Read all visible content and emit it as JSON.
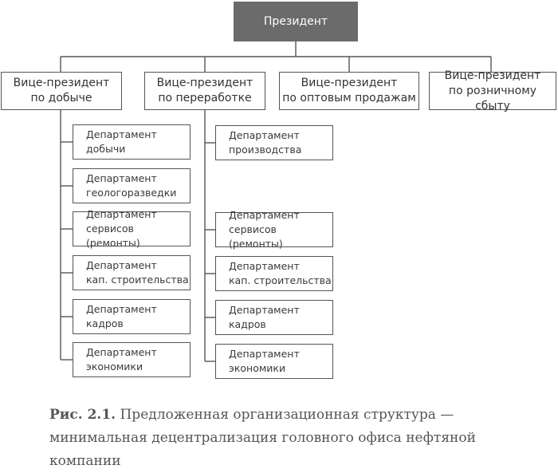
{
  "president": {
    "label": "Президент"
  },
  "vps": [
    {
      "label": "Вице-президент\nпо добыче"
    },
    {
      "label": "Вице-президент\nпо переработке"
    },
    {
      "label": "Вице-президент\nпо оптовым продажам"
    },
    {
      "label": "Вице-президент\nпо розничному сбыту"
    }
  ],
  "departments_mining": [
    {
      "label": "Департамент\nдобычи"
    },
    {
      "label": "Департамент\nгеологоразведки"
    },
    {
      "label": "Департамент\nсервисов (ремонты)"
    },
    {
      "label": "Департамент\nкап. строительства"
    },
    {
      "label": "Департамент\nкадров"
    },
    {
      "label": "Департамент\nэкономики"
    }
  ],
  "departments_refining": [
    {
      "label": "Департамент\nпроизводства"
    },
    {
      "label": "Департамент\nсервисов (ремонты)"
    },
    {
      "label": "Департамент\nкап. строительства"
    },
    {
      "label": "Департамент\nкадров"
    },
    {
      "label": "Департамент\nэкономики"
    }
  ],
  "caption": {
    "label": "Рис. 2.1.",
    "text": "Предложенная организационная структура — минимальная децентрализация головного офиса нефтяной компании"
  }
}
